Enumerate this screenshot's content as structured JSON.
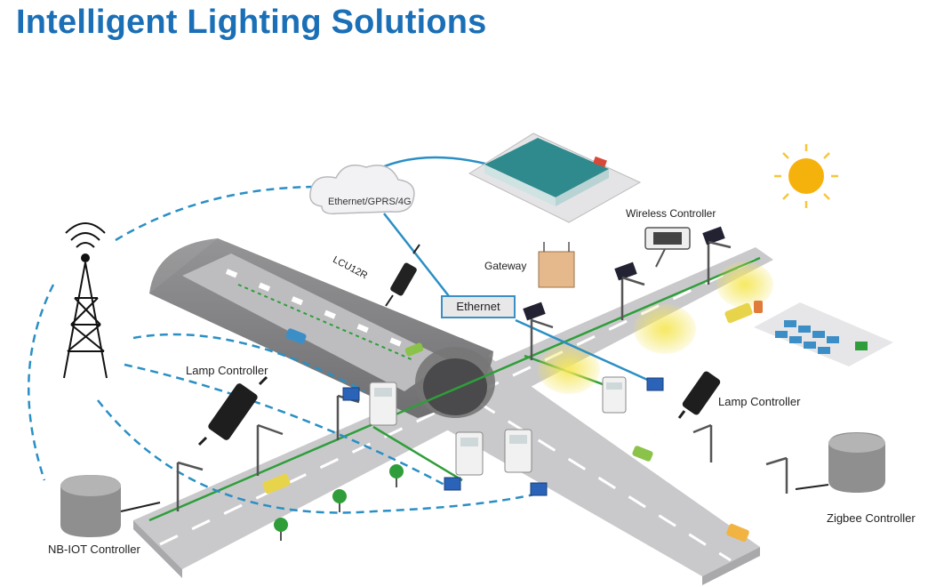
{
  "title": "Intelligent Lighting Solutions",
  "labels": {
    "cloud": "Ethernet/GPRS/4G",
    "lcu": "LCU12R",
    "gateway": "Gateway",
    "wireless_controller": "Wireless Controller",
    "ethernet": "Ethernet",
    "lamp_controller_left": "Lamp Controller",
    "lamp_controller_right": "Lamp Controller",
    "nb_iot_controller": "NB-IOT Controller",
    "zigbee_controller": "Zigbee Controller"
  },
  "colors": {
    "title": "#1a6fb6",
    "road": "#c9c9cc",
    "network_line": "#2a8fc4",
    "power_line": "#2f9e3a",
    "light_glow": "#f2e24a",
    "sun": "#f6b20c"
  },
  "icons": [
    "cell-tower-icon",
    "cloud-icon",
    "building-icon",
    "sun-icon",
    "tunnel-icon",
    "street-lamp-icon",
    "controller-icon",
    "meter-icon",
    "car-icon",
    "tree-icon",
    "parking-icon"
  ]
}
